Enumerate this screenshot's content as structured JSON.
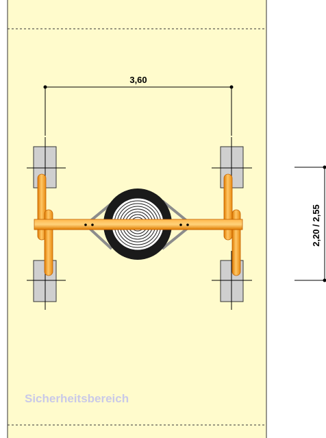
{
  "zone": {
    "label": "Sicherheitsbereich",
    "fill": "#fffbcc",
    "border": "#333333"
  },
  "dimensions": {
    "width_label": "3,60",
    "depth_label": "2,20 / 2,55"
  },
  "colors": {
    "post_fill": "#cfcfcf",
    "bar_orange": "#f7931e",
    "bar_light": "#ffc766",
    "seat_dark": "#1a1a1a",
    "chain_gray": "#8c8c8c"
  }
}
